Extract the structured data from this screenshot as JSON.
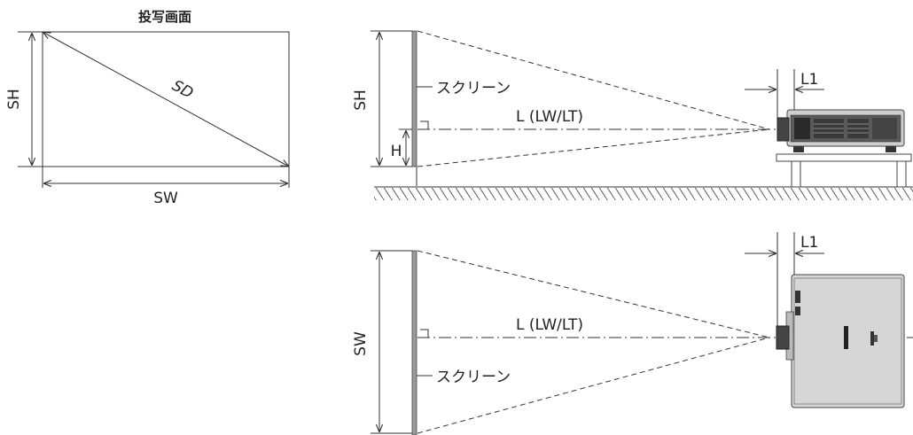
{
  "front": {
    "title": "投写画面",
    "sh": "SH",
    "sw": "SW",
    "sd": "SD"
  },
  "side": {
    "sh": "SH",
    "h": "H",
    "screen": "スクリーン",
    "distance": "L (LW/LT)",
    "l1": "L1"
  },
  "top": {
    "sw": "SW",
    "screen": "スクリーン",
    "distance": "L (LW/LT)",
    "l1": "L1"
  }
}
